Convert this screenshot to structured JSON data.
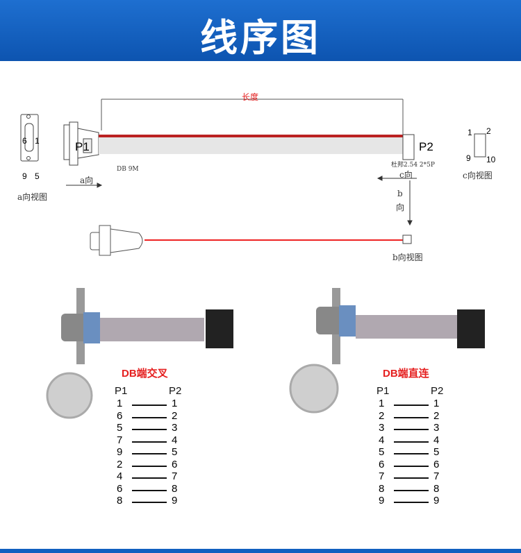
{
  "header": {
    "title": "线序图"
  },
  "drawing": {
    "length_label": "长度",
    "p1": "P1",
    "p2": "P2",
    "db_label": "DB 9M",
    "p2_connector_label": "杜邦2.54 2*5P",
    "a_dir": "a向",
    "a_view": "a向视图",
    "c_dir": "c向",
    "c_view": "c向视图",
    "b_dir_b": "b",
    "b_dir_xiang": "向",
    "b_view": "b向视图",
    "a_pins": [
      "6",
      "1",
      "9",
      "5"
    ],
    "c_pins": [
      "1",
      "2",
      "9",
      "10"
    ]
  },
  "cross": {
    "title": "DB端交叉",
    "h1": "P1",
    "h2": "P2",
    "rows": [
      [
        "1",
        "1"
      ],
      [
        "6",
        "2"
      ],
      [
        "5",
        "3"
      ],
      [
        "7",
        "4"
      ],
      [
        "9",
        "5"
      ],
      [
        "2",
        "6"
      ],
      [
        "4",
        "7"
      ],
      [
        "6",
        "8"
      ],
      [
        "8",
        "9"
      ]
    ]
  },
  "straight": {
    "title": "DB端直连",
    "h1": "P1",
    "h2": "P2",
    "rows": [
      [
        "1",
        "1"
      ],
      [
        "2",
        "2"
      ],
      [
        "3",
        "3"
      ],
      [
        "4",
        "4"
      ],
      [
        "5",
        "5"
      ],
      [
        "6",
        "6"
      ],
      [
        "7",
        "7"
      ],
      [
        "8",
        "8"
      ],
      [
        "9",
        "9"
      ]
    ]
  },
  "colors": {
    "header": "#1565c0",
    "accent_red": "#e52020"
  }
}
